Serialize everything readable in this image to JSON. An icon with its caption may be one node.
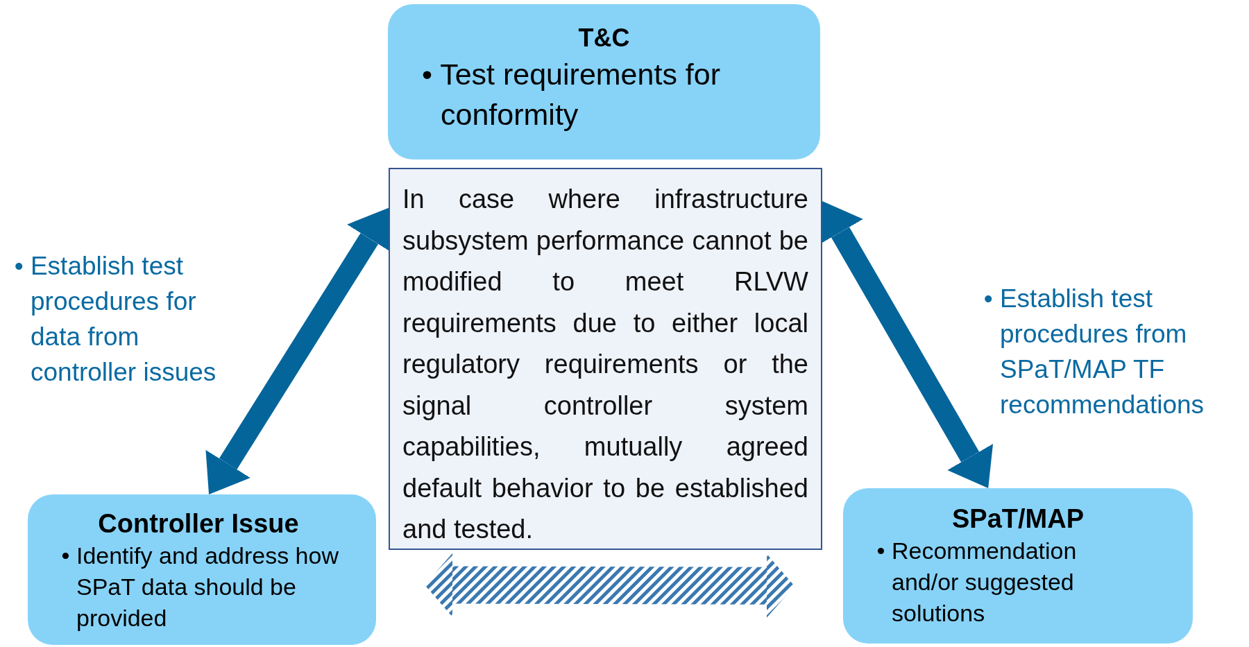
{
  "diagram": {
    "nodes": [
      {
        "text": [
          "T&C",
          "• Test requirements for conformity"
        ]
      },
      {
        "text": [
          "In case where infrastructure subsystem performance cannot be modified to meet RLVW requirements due to either local regulatory requirements or the signal controller system capabilities, mutually agreed default behavior to be established and tested."
        ]
      },
      {
        "text": [
          "Controller Issue",
          "• Identify and address how SPaT data should be provided"
        ]
      },
      {
        "text": [
          "SPaT/MAP",
          "• Recommendation and/or suggested solutions"
        ]
      }
    ],
    "edges": [
      {
        "from": 2,
        "to": 1,
        "arrow": "both"
      },
      {
        "from": 3,
        "to": 1,
        "arrow": "both"
      },
      {
        "from": 2,
        "to": 3,
        "arrow": "both",
        "color": "#3a78b0"
      }
    ],
    "labels": [
      "• Establish test procedures for data from controller issues",
      "• Establish test procedures from SPaT/MAP TF recommendations"
    ]
  }
}
